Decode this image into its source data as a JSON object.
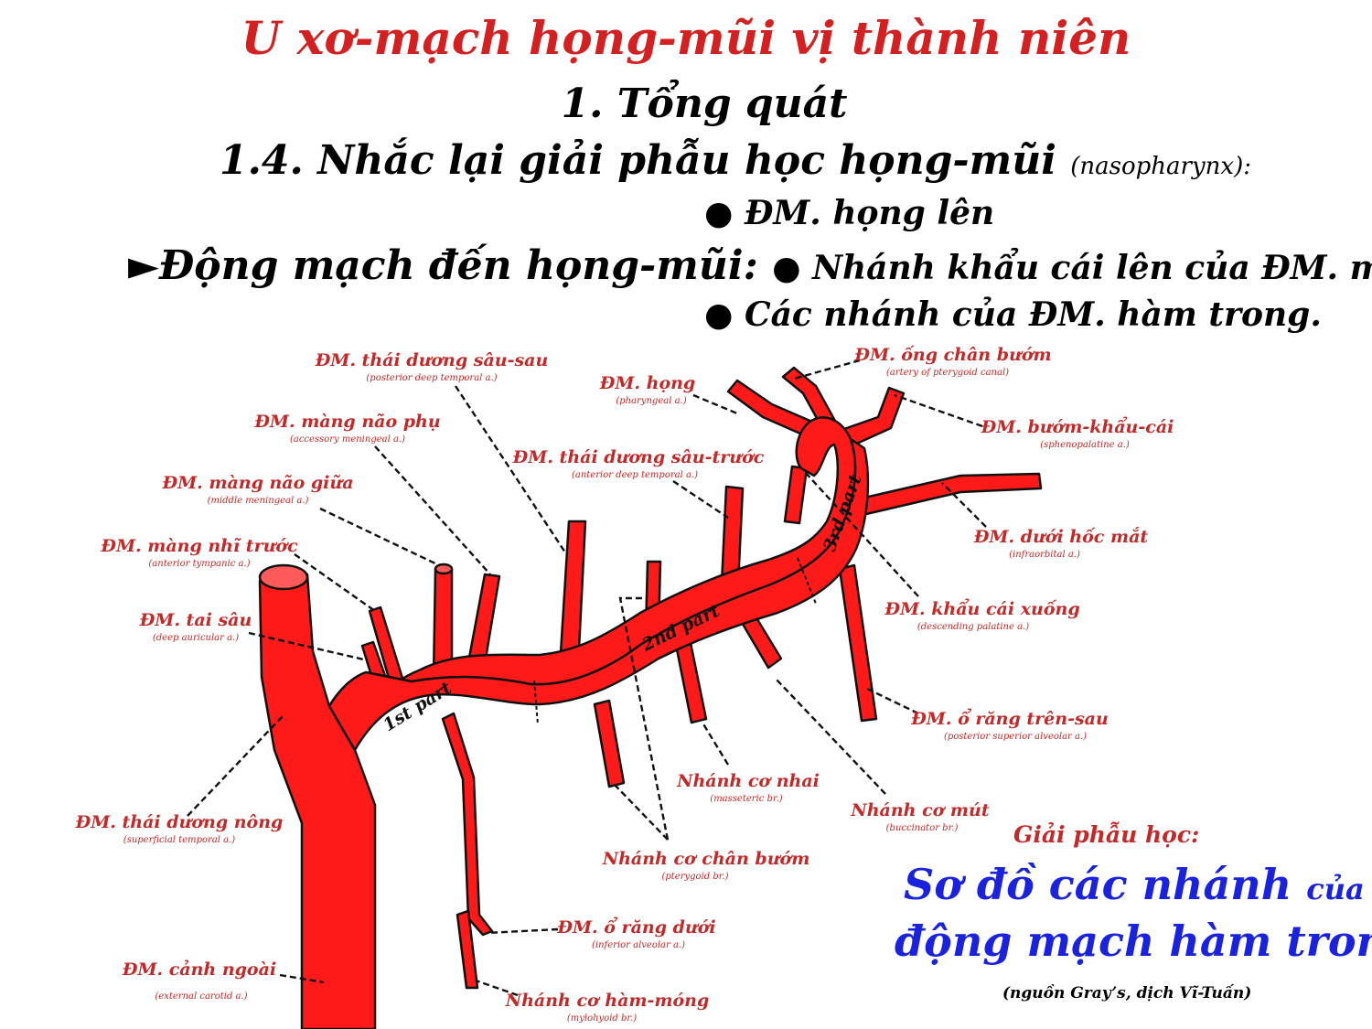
{
  "header": {
    "title": "U xơ-mạch họng-mũi vị thành niên",
    "section": "1. Tổng quát",
    "subsection": "1.4. Nhắc lại giải phẫu học họng-mũi",
    "subsection_note": "(nasopharynx):",
    "lead_label": "►Động mạch đến họng-mũi:",
    "bullets": [
      "● ĐM. họng lên",
      "● Nhánh khẩu cái lên của ĐM. mặt",
      "● Các nhánh của ĐM. hàm trong."
    ]
  },
  "diagram": {
    "parts": [
      "1st part",
      "2nd part",
      "3rd part"
    ],
    "labels": [
      {
        "vi": "ĐM. thái dương sâu-sau",
        "en": "(posterior deep temporal a.)"
      },
      {
        "vi": "ĐM. màng não phụ",
        "en": "(accessory meningeal a.)"
      },
      {
        "vi": "ĐM. màng não giữa",
        "en": "(middle meningeal a.)"
      },
      {
        "vi": "ĐM. màng nhĩ trước",
        "en": "(anterior tympanic a.)"
      },
      {
        "vi": "ĐM. tai sâu",
        "en": "(deep auricular a.)"
      },
      {
        "vi": "ĐM. thái dương nông",
        "en": "(superficial temporal a.)"
      },
      {
        "vi": "ĐM. cảnh ngoài",
        "en": "(external carotid a.)"
      },
      {
        "vi": "ĐM. họng",
        "en": "(pharyngeal a.)"
      },
      {
        "vi": "ĐM. thái dương sâu-trước",
        "en": "(anterior deep temporal a.)"
      },
      {
        "vi": "ĐM. ống chân bướm",
        "en": "(artery of pterygoid canal)"
      },
      {
        "vi": "ĐM. bướm-khẩu-cái",
        "en": "(sphenopalatine a.)"
      },
      {
        "vi": "ĐM. dưới hốc mắt",
        "en": "(infraorbital a.)"
      },
      {
        "vi": "ĐM. khẩu cái xuống",
        "en": "(descending palatine a.)"
      },
      {
        "vi": "ĐM. ổ răng trên-sau",
        "en": "(posterior superior alveolar a.)"
      },
      {
        "vi": "Nhánh cơ nhai",
        "en": "(masseteric br.)"
      },
      {
        "vi": "Nhánh cơ mút",
        "en": "(buccinator br.)"
      },
      {
        "vi": "Nhánh cơ chân bướm",
        "en": "(pterygoid br.)"
      },
      {
        "vi": "ĐM. ổ răng dưới",
        "en": "(inferior alveolar a.)"
      },
      {
        "vi": "Nhánh cơ hàm-móng",
        "en": "(mylohyoid br.)"
      }
    ]
  },
  "caption": {
    "heading": "Giải phẫu học:",
    "line1_main": "Sơ đồ các nhánh",
    "line1_small": "của",
    "line2": "động mạch hàm trong",
    "source": "(nguồn Gray’s, dịch Vĩ-Tuấn)"
  },
  "colors": {
    "artery": "#ff1a1a",
    "label": "#c62828",
    "caption": "#1a22e0",
    "title": "#d42020"
  }
}
